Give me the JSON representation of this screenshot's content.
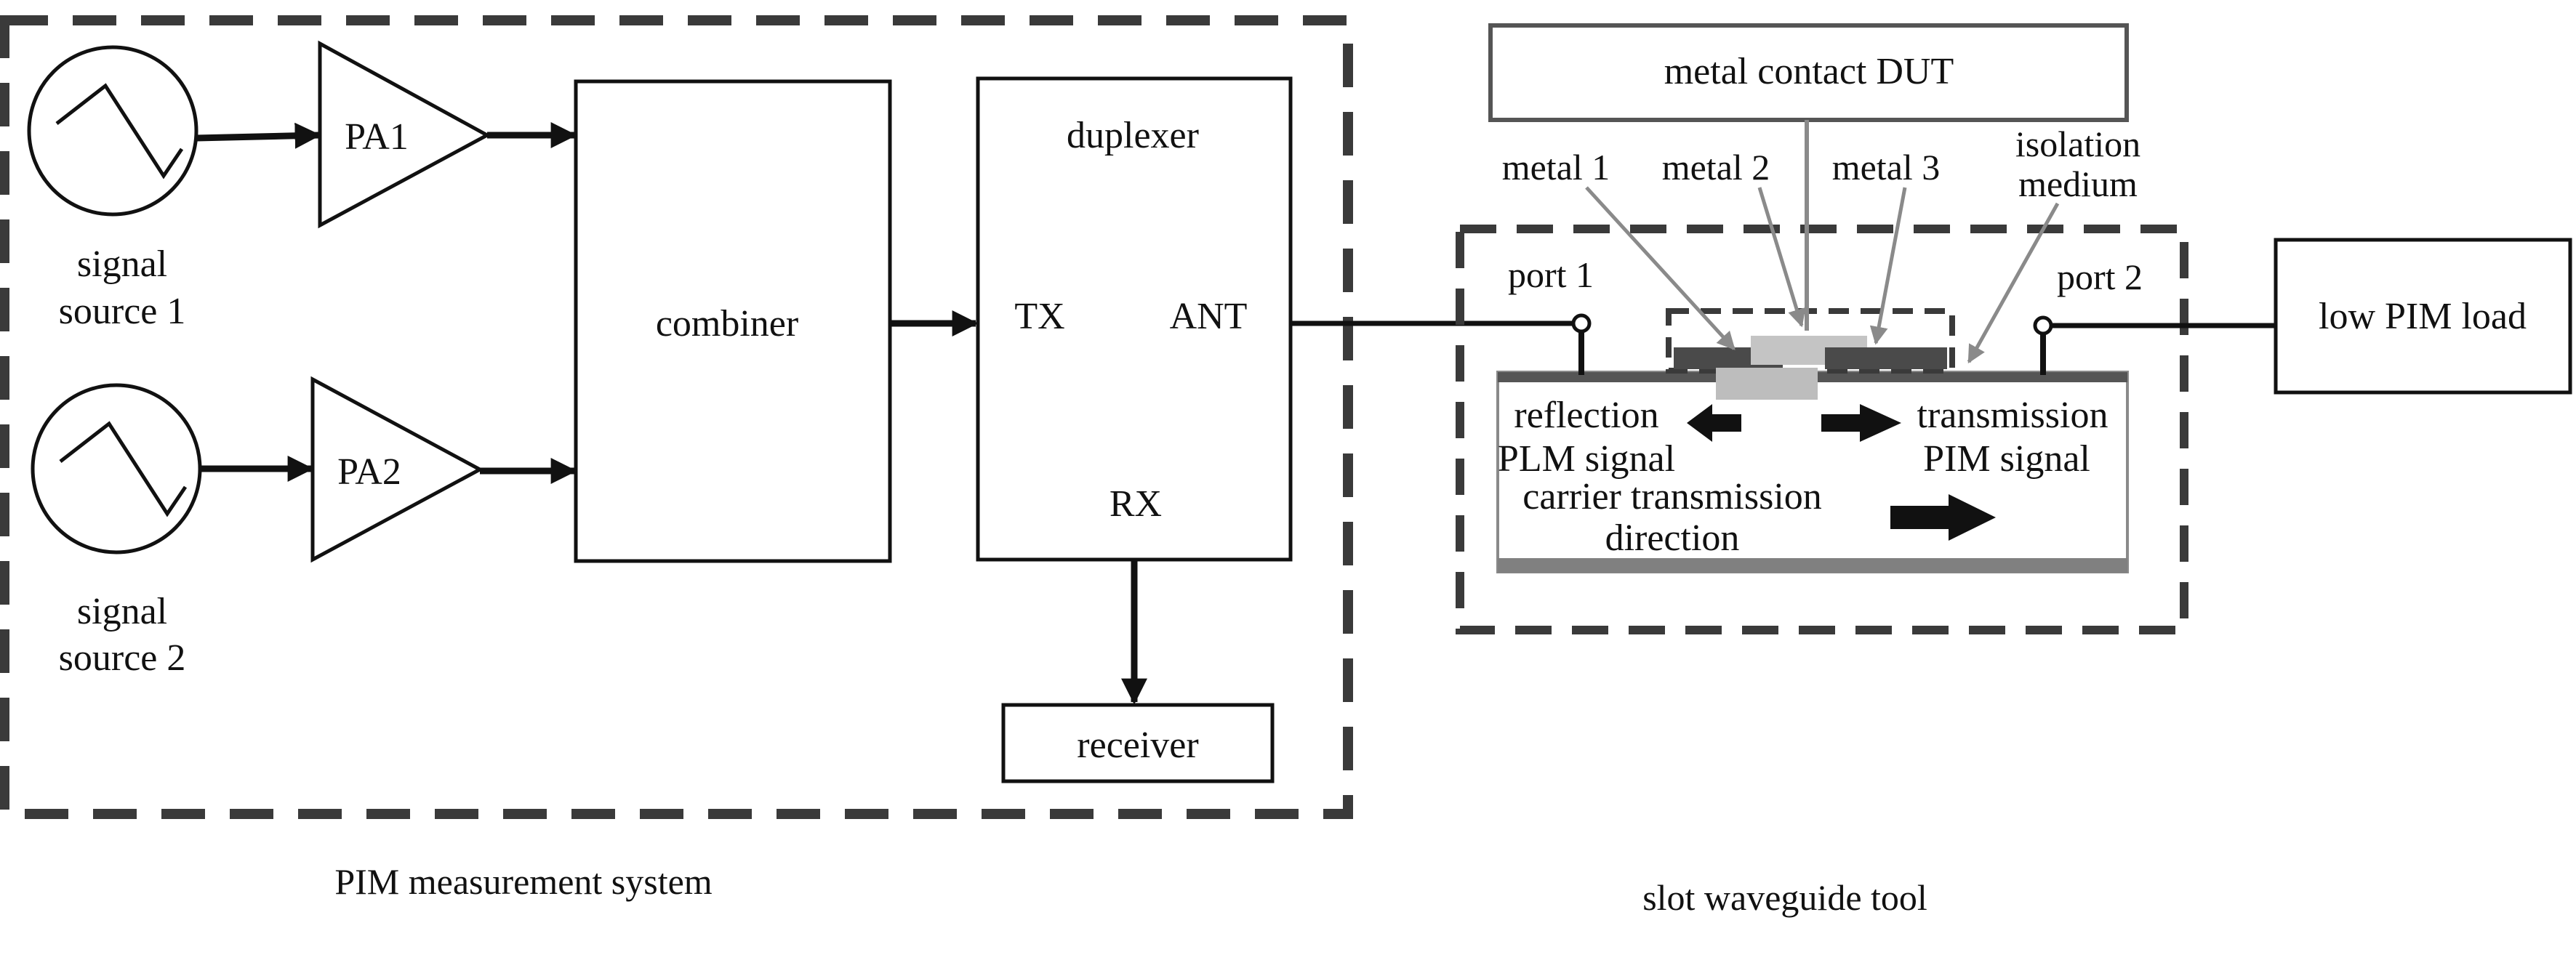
{
  "measurement_system": {
    "caption": "PIM measurement system",
    "source1": {
      "line1": "signal",
      "line2": "source 1"
    },
    "source2": {
      "line1": "signal",
      "line2": "source 2"
    },
    "pa1": "PA1",
    "pa2": "PA2",
    "combiner": "combiner",
    "duplexer": {
      "title": "duplexer",
      "tx": "TX",
      "ant": "ANT",
      "rx": "RX"
    },
    "receiver": "receiver"
  },
  "waveguide_tool": {
    "caption": "slot waveguide tool",
    "dut": "metal contact DUT",
    "metal1": "metal 1",
    "metal2": "metal 2",
    "metal3": "metal 3",
    "isolation": {
      "line1": "isolation",
      "line2": "medium"
    },
    "port1": "port 1",
    "port2": "port 2",
    "reflection": {
      "line1": "reflection",
      "line2": "PLM signal"
    },
    "transmission": {
      "line1": "transmission",
      "line2": "PIM signal"
    },
    "carrier": {
      "line1": "carrier transmission",
      "line2": "direction"
    }
  },
  "load": "low PIM load",
  "colors": {
    "ink": "#111111",
    "dashed_border": "#3a3a3a",
    "metal_grey": "#555555",
    "light_grey": "#9a9a9a",
    "waveguide_fill": "#ffffff"
  }
}
